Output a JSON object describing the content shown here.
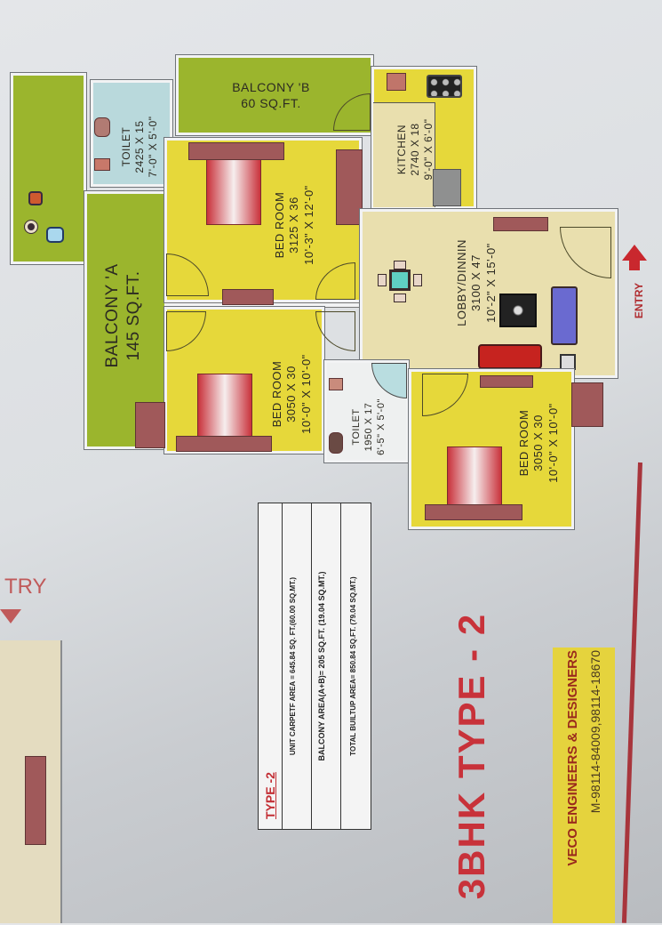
{
  "plan": {
    "title": "3BHK TYPE - 2",
    "entry_label": "ENTRY",
    "partial_entry_label": "TRY",
    "rooms": [
      {
        "id": "balcony_a",
        "name": "BALCONY 'A",
        "area": "145 SQ.FT."
      },
      {
        "id": "balcony_b",
        "name": "BALCONY 'B",
        "area": "60 SQ.FT."
      },
      {
        "id": "toilet_1",
        "name": "TOILET",
        "mm": "2425 X 15",
        "ft": "7'-0\" X 5'-0\""
      },
      {
        "id": "kitchen",
        "name": "KITCHEN",
        "mm": "2740 X 18",
        "ft": "9'-0\" X 6'-0\""
      },
      {
        "id": "bedroom_1",
        "name": "BED ROOM",
        "mm": "3125 X 36",
        "ft": "10'-3\" X 12'-0\""
      },
      {
        "id": "bedroom_2",
        "name": "BED ROOM",
        "mm": "3050 X 30",
        "ft": "10'-0\" X 10'-0\""
      },
      {
        "id": "lobby",
        "name": "LOBBY/DINNIN",
        "mm": "3100 X 47",
        "ft": "10'-2\" X 15'-0\""
      },
      {
        "id": "toilet_2",
        "name": "TOILET",
        "mm": "1950 X 17",
        "ft": "6'-5\" X 5'-0\""
      },
      {
        "id": "bedroom_3",
        "name": "BED ROOM",
        "mm": "3050 X 30",
        "ft": "10'-0\" X 10'-0\""
      }
    ]
  },
  "area_table": {
    "heading": "TYPE -2",
    "rows": [
      "UNIT CARPETF AREA = 645.84 SQ. FT.(60.00 SQ.MT.)",
      "BALCONY AREA(A+B)= 205 SQ.FT. (19.04 SQ.MT.)",
      "TOTAL BUILTUP AREA= 850.84 SQ.FT. (79.04 SQ.MT.)"
    ]
  },
  "footer": {
    "company": "VECO ENGINEERS & DESIGNERS",
    "phone": "M-98114-84009,98114-18670"
  },
  "colors": {
    "balcony": "#9bb52d",
    "bedroom": "#e6d83a",
    "lobby": "#e9dfae",
    "toilet": "#b9d9dc",
    "accent_red": "#c8323a",
    "footer_bg": "#e5d33d"
  }
}
